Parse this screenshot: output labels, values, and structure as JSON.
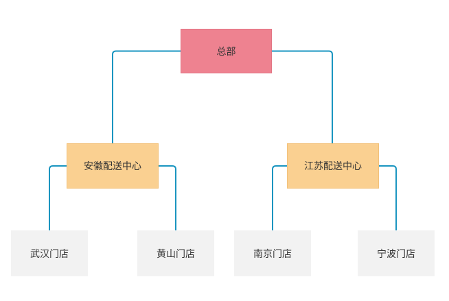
{
  "colors": {
    "headquarters_fill": "#ee8290",
    "center_fill": "#fad091",
    "store_fill": "#f2f2f2",
    "connector": "#1a95c0"
  },
  "nodes": {
    "headquarters": "总部",
    "anhui_center": "安徽配送中心",
    "jiangsu_center": "江苏配送中心",
    "wuhan_store": "武汉门店",
    "huangshan_store": "黄山门店",
    "nanjing_store": "南京门店",
    "ningbo_store": "宁波门店"
  }
}
